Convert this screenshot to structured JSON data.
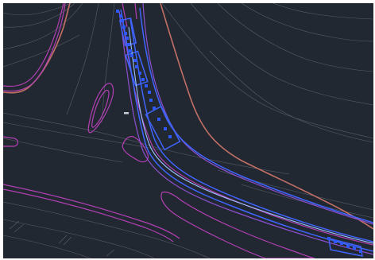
{
  "view": {
    "background": "#222831",
    "border": "#ffffff"
  },
  "colors": {
    "grid_line": "#6b707a",
    "contour_magenta": "#b23fb4",
    "contour_purple": "#8c4fd0",
    "contour_salmon": "#c27066",
    "road_blue": "#3f64ff",
    "road_light": "#9cc3ff",
    "marker": "#c9ccd2"
  },
  "layers": {
    "gray_lines": "thin-gray-lines",
    "magenta_outlines": "magenta-outlines",
    "purple_outlines": "purple-outlines",
    "salmon_line": "salmon-boundary",
    "road_alignment": "blue-alignment",
    "selection_grips": "blue-grips"
  }
}
